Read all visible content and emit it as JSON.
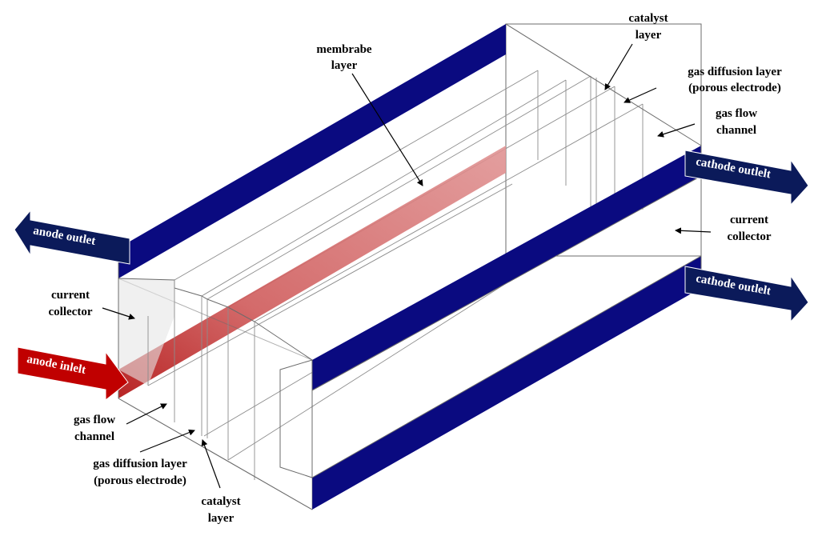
{
  "colors": {
    "collector_blue": "#0a0a80",
    "membrane_red": "#d87a7a",
    "membrane_red_dark": "#b40f0f",
    "anode_arrow_red": "#c00000",
    "cathode_arrow_navy": "#0b1a5a",
    "panel_grey": "#ececec"
  },
  "labels": {
    "membrane_layer": [
      "membrabe",
      "layer"
    ],
    "catalyst_top": [
      "catalyst",
      "layer"
    ],
    "gdl_top": [
      "gas diffusion layer",
      "(porous electrode)"
    ],
    "gas_flow_top": [
      "gas flow",
      "channel"
    ],
    "current_collector_right": [
      "current",
      "collector"
    ],
    "current_collector_left": [
      "current",
      "collector"
    ],
    "gas_flow_bottom": [
      "gas flow",
      "channel"
    ],
    "gdl_bottom": [
      "gas diffusion layer",
      "(porous electrode)"
    ],
    "catalyst_bottom": [
      "catalyst",
      "layer"
    ]
  },
  "arrows": {
    "anode_outlet": "anode outlet",
    "anode_inlet": "anode inlelt",
    "cathode_outlet_top": "cathode outlelt",
    "cathode_outlet_bottom": "cathode outlelt"
  }
}
